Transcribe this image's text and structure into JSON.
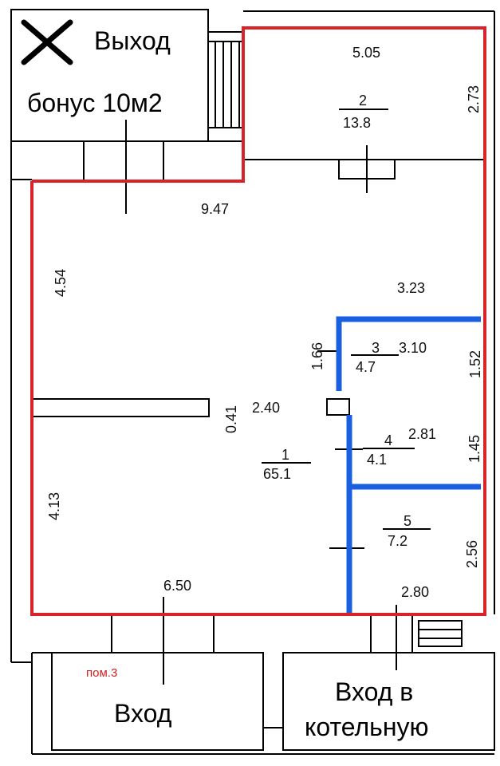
{
  "plan": {
    "labels": {
      "exit": "Выход",
      "bonus": "бонус 10м2",
      "entrance": "Вход",
      "boiler_entrance_line1": "Вход в",
      "boiler_entrance_line2": "котельную",
      "premises_ref": "пом.3"
    },
    "rooms": [
      {
        "number": "1",
        "area": "65.1"
      },
      {
        "number": "2",
        "area": "13.8"
      },
      {
        "number": "3",
        "area": "4.7"
      },
      {
        "number": "4",
        "area": "4.1"
      },
      {
        "number": "5",
        "area": "7.2"
      }
    ],
    "dimensions": {
      "room2_width": "5.05",
      "room2_depth": "2.73",
      "main_top": "9.47",
      "left_upper": "4.54",
      "right_upper": "3.23",
      "room3_left": "1.66",
      "room3_width": "3.10",
      "room3_depth": "1.52",
      "partition_thickness": "0.41",
      "partition_offset": "2.40",
      "room4_width": "2.81",
      "room4_depth": "1.45",
      "left_lower": "4.13",
      "room5_depth": "2.56",
      "bottom_main": "6.50",
      "room5_width": "2.80"
    },
    "colors": {
      "highlight_outline": "#d9232a",
      "room3_4_5_outline": "#1a5fe0",
      "lines": "#000000"
    }
  }
}
